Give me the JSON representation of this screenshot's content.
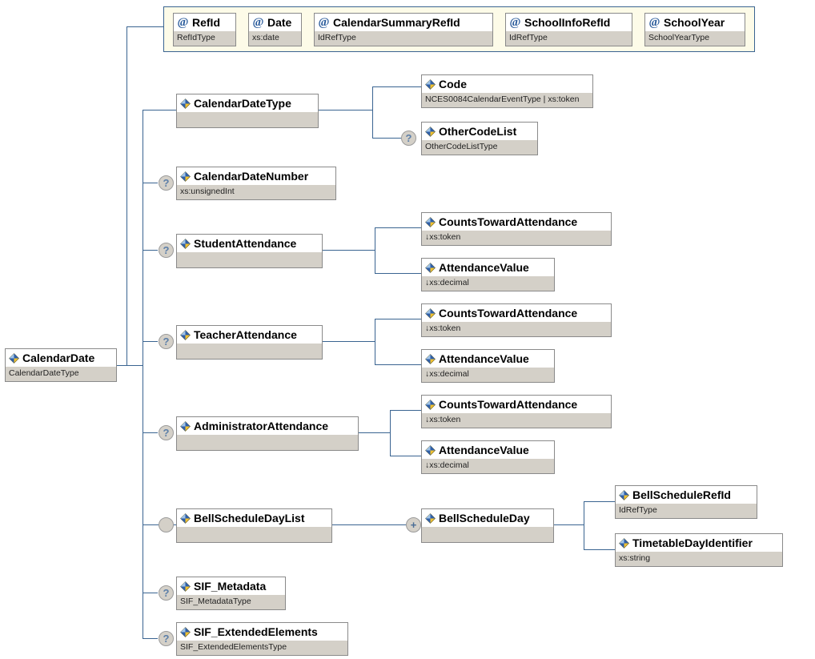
{
  "diagram": {
    "title": "CalendarDate",
    "type": "xml-schema-tree",
    "root": {
      "name": "CalendarDate",
      "type_label": "CalendarDateType",
      "icon": "element-icon"
    },
    "attributes": [
      {
        "name": "RefId",
        "type_label": "RefIdType",
        "icon": "attribute-icon"
      },
      {
        "name": "Date",
        "type_label": "xs:date",
        "icon": "attribute-icon"
      },
      {
        "name": "CalendarSummaryRefId",
        "type_label": "IdRefType",
        "icon": "attribute-icon"
      },
      {
        "name": "SchoolInfoRefId",
        "type_label": "IdRefType",
        "icon": "attribute-icon"
      },
      {
        "name": "SchoolYear",
        "type_label": "SchoolYearType",
        "icon": "attribute-icon"
      }
    ],
    "elements": [
      {
        "name": "CalendarDateType",
        "type_label": "",
        "marker": "",
        "icon": "element-icon"
      },
      {
        "name": "CalendarDateNumber",
        "type_label": "xs:unsignedInt",
        "marker": "?",
        "icon": "element-icon"
      },
      {
        "name": "StudentAttendance",
        "type_label": "",
        "marker": "?",
        "icon": "element-icon"
      },
      {
        "name": "TeacherAttendance",
        "type_label": "",
        "marker": "?",
        "icon": "element-icon"
      },
      {
        "name": "AdministratorAttendance",
        "type_label": "",
        "marker": "?",
        "icon": "element-icon"
      },
      {
        "name": "BellScheduleDayList",
        "type_label": "",
        "marker": "",
        "icon": "element-icon"
      },
      {
        "name": "SIF_Metadata",
        "type_label": "SIF_MetadataType",
        "marker": "?",
        "icon": "element-icon"
      },
      {
        "name": "SIF_ExtendedElements",
        "type_label": "SIF_ExtendedElementsType",
        "marker": "?",
        "icon": "element-icon"
      }
    ],
    "children": {
      "calendar_date_type": [
        {
          "name": "Code",
          "type_label": "NCES0084CalendarEventType | xs:token",
          "marker": "",
          "icon": "element-icon"
        },
        {
          "name": "OtherCodeList",
          "type_label": "OtherCodeListType",
          "marker": "?",
          "icon": "element-icon"
        }
      ],
      "student_attendance": [
        {
          "name": "CountsTowardAttendance",
          "type_label": "↓xs:token",
          "marker": "",
          "icon": "element-icon"
        },
        {
          "name": "AttendanceValue",
          "type_label": "↓xs:decimal",
          "marker": "",
          "icon": "element-icon"
        }
      ],
      "teacher_attendance": [
        {
          "name": "CountsTowardAttendance",
          "type_label": "↓xs:token",
          "marker": "",
          "icon": "element-icon"
        },
        {
          "name": "AttendanceValue",
          "type_label": "↓xs:decimal",
          "marker": "",
          "icon": "element-icon"
        }
      ],
      "administrator_attendance": [
        {
          "name": "CountsTowardAttendance",
          "type_label": "↓xs:token",
          "marker": "",
          "icon": "element-icon"
        },
        {
          "name": "AttendanceValue",
          "type_label": "↓xs:decimal",
          "marker": "",
          "icon": "element-icon"
        }
      ],
      "bell_schedule_day_list": [
        {
          "name": "BellScheduleDay",
          "type_label": "",
          "marker": "+",
          "icon": "element-icon"
        }
      ],
      "bell_schedule_day": [
        {
          "name": "BellScheduleRefId",
          "type_label": "IdRefType",
          "marker": "",
          "icon": "element-icon"
        },
        {
          "name": "TimetableDayIdentifier",
          "type_label": "xs:string",
          "marker": "",
          "icon": "element-icon"
        }
      ]
    },
    "colors": {
      "connector": "#3a6491",
      "attribute_group_fill": "#fdfbe8",
      "node_type_fill": "#d4d0c8",
      "node_title_fill": "#ffffff",
      "marker_text": "#5c7fa8",
      "at_symbol": "#2a5b9b"
    }
  }
}
